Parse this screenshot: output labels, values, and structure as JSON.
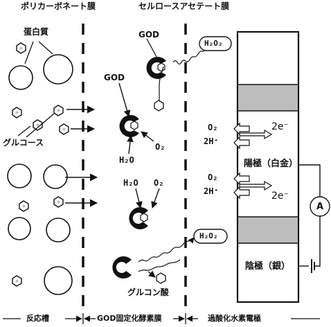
{
  "headers": {
    "polycarbonate": "ポリカーボネート膜",
    "cellulose_acetate": "セルロースアセテート膜"
  },
  "labels": {
    "protein": "蛋白質",
    "glucose": "グルコース",
    "god_top": "GOD",
    "god_left": "GOD",
    "h2o2_top": "H₂O₂",
    "h2o2_bottom": "H₂O₂",
    "o2_a": "O₂",
    "h2o_a": "H₂O",
    "h2o_b": "H₂O",
    "o2_b": "O₂",
    "gluconic_acid": "グルコン酸",
    "o2_elec1": "O₂",
    "h_elec1": "2H⁺",
    "e_elec1": "2e⁻",
    "o2_elec2": "O₂",
    "h_elec2": "2H⁺",
    "e_elec2": "2e⁻",
    "anode": "陽極（白金）",
    "cathode": "陰極（銀）",
    "ammeter": "A"
  },
  "sections": {
    "reaction_tank": "反応槽",
    "god_membrane": "GOD固定化酵素膜",
    "h2o2_electrode": "過酸化水素電極"
  },
  "colors": {
    "ink": "#111111",
    "shaded_band": "#bdbdbd",
    "background": "#ffffff"
  }
}
